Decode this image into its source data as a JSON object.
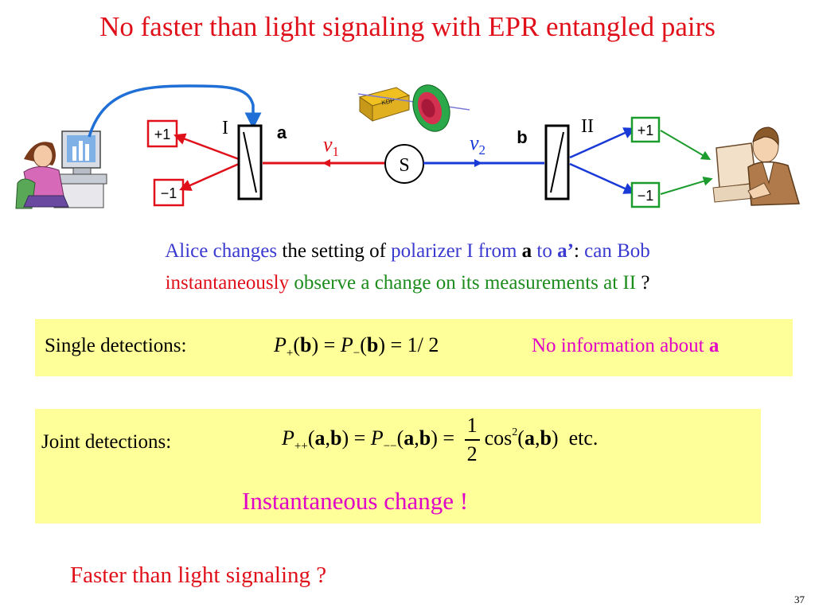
{
  "title": "No faster than light signaling with EPR entangled pairs",
  "diagram": {
    "plus_one_left": "+1",
    "minus_one_left": "−1",
    "polarizer_I": "I",
    "setting_a": "a",
    "nu": "ν",
    "nu1_sub": "1",
    "nu2_sub": "2",
    "source": "S",
    "setting_b": "b",
    "polarizer_II": "II",
    "plus_one_right": "+1",
    "minus_one_right": "−1",
    "kdp_label": "KDP"
  },
  "question": {
    "alice_changes": "Alice changes",
    "the_setting_of": " the setting of ",
    "polarizer_from": "polarizer I from ",
    "a": "a",
    "to": " to ",
    "a_prime": "a’",
    "colon": ": ",
    "can_bob": "can Bob",
    "instantaneously": "instantaneously",
    "observe": " observe a change on its measurements at II",
    "qmark": " ?"
  },
  "single": {
    "label": "Single detections:",
    "P": "P",
    "plus": "+",
    "minus": "−",
    "open": "(",
    "b": "b",
    "close": ")",
    "eq": " = ",
    "eq_half": " = 1/ 2",
    "no_info": "No information about ",
    "a": "a"
  },
  "joint": {
    "label": "Joint detections:",
    "P": "P",
    "plusplus": "++",
    "minusminus": "−−",
    "open": "(",
    "a": "a",
    "comma": ",",
    "b": "b",
    "close": ")",
    "eq": " = ",
    "one": "1",
    "two": "2",
    "cos": "cos",
    "sq": "2",
    "etc": "etc.",
    "instantaneous": "Instantaneous change !"
  },
  "footer_question": "Faster than light signaling ?",
  "page_number": "37",
  "colors": {
    "title_red": "#e0101a",
    "text_blue": "#3a3ad0",
    "text_green": "#1c8c1c",
    "text_magenta": "#e000c8",
    "box_yellow": "#ffff99"
  }
}
